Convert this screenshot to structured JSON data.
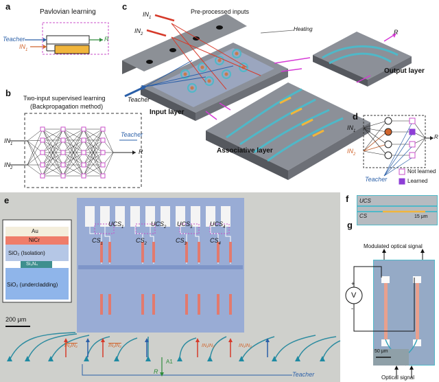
{
  "panels": {
    "a": {
      "letter": "a",
      "title": "Pavlovian learning",
      "teacher": "Teacher",
      "in1": "IN",
      "in1_sub": "1",
      "r": "R"
    },
    "b": {
      "letter": "b",
      "title_line1": "Two-input supervised learning",
      "title_line2": "(Backpropagation method)",
      "in1": "IN",
      "in1_sub": "1",
      "in2": "IN",
      "in2_sub": "2",
      "teacher": "Teacher",
      "r": "R"
    },
    "c": {
      "letter": "c",
      "preprocessed": "Pre-processed inputs",
      "heating": "Heating",
      "in1": "IN",
      "in1_sub": "1",
      "in2": "IN",
      "in2_sub": "2",
      "teacher": "Teacher",
      "input_layer": "Input layer",
      "associative_layer": "Associative layer",
      "output_layer": "Output layer",
      "r": "R"
    },
    "d": {
      "letter": "d",
      "in1": "IN",
      "in1_sub": "1",
      "in2": "IN",
      "in2_sub": "2",
      "r": "R",
      "teacher": "Teacher",
      "not_learned": "Not learned",
      "learned": "Learned"
    },
    "e": {
      "letter": "e",
      "scale": "200 μm",
      "stack": [
        "Au",
        "NiCr",
        "SiO₂ (Isolation)",
        "Si₃N₄",
        "SiO₂ (undercladding)"
      ],
      "ucs": [
        "UCS",
        "UCS",
        "UCS",
        "UCS"
      ],
      "ucs_subs": [
        "1",
        "2",
        "3",
        "4"
      ],
      "cs": [
        "CS",
        "CS",
        "CS",
        "CS"
      ],
      "cs_subs": [
        "1",
        "2",
        "3",
        "4"
      ],
      "inputs": [
        "IN₁IN₂",
        "IN₁IN₂",
        "IN₁IN₂",
        "IN₁IN₂"
      ],
      "a1": "A1",
      "r": "R",
      "teacher": "Teacher"
    },
    "f": {
      "letter": "f",
      "ucs": "UCS",
      "cs": "CS",
      "scale": "15 μm"
    },
    "g": {
      "letter": "g",
      "modulated": "Modulated optical signal",
      "v": "V",
      "plus": "+",
      "minus": "-",
      "scale": "50 μm",
      "optical": "Optical signal"
    }
  },
  "colors": {
    "teacher_blue": "#2a5fa8",
    "input_orange": "#d0642c",
    "output_green": "#2e8b3a",
    "magenta": "#d63bd6",
    "waveguide_cyan": "#4fb8c8"
  }
}
